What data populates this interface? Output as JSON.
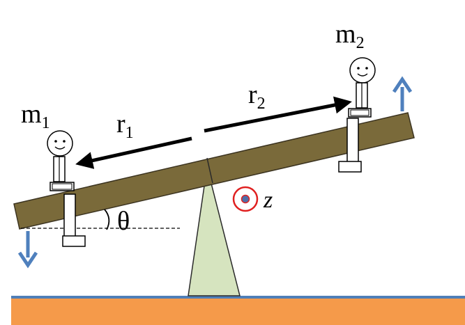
{
  "labels": {
    "m1": {
      "main": "m",
      "sub": "1"
    },
    "m2": {
      "main": "m",
      "sub": "2"
    },
    "r1": {
      "main": "r",
      "sub": "1"
    },
    "r2": {
      "main": "r",
      "sub": "2"
    },
    "angle": "θ",
    "axis": "z"
  },
  "colors": {
    "plank": "#7a6a3a",
    "plank_stroke": "#3b3320",
    "fulcrum": "#d6e4bf",
    "ground_top": "#4f7fb8",
    "ground": "#f59a4a",
    "arrow_blue": "#4f80bd",
    "axis_red": "#e02020",
    "axis_dot": "#4f6fa8"
  },
  "icons": {
    "up_arrow": "up-arrow-icon",
    "down_arrow": "down-arrow-icon",
    "axis_out_of_page": "out-of-page-axis-icon"
  }
}
